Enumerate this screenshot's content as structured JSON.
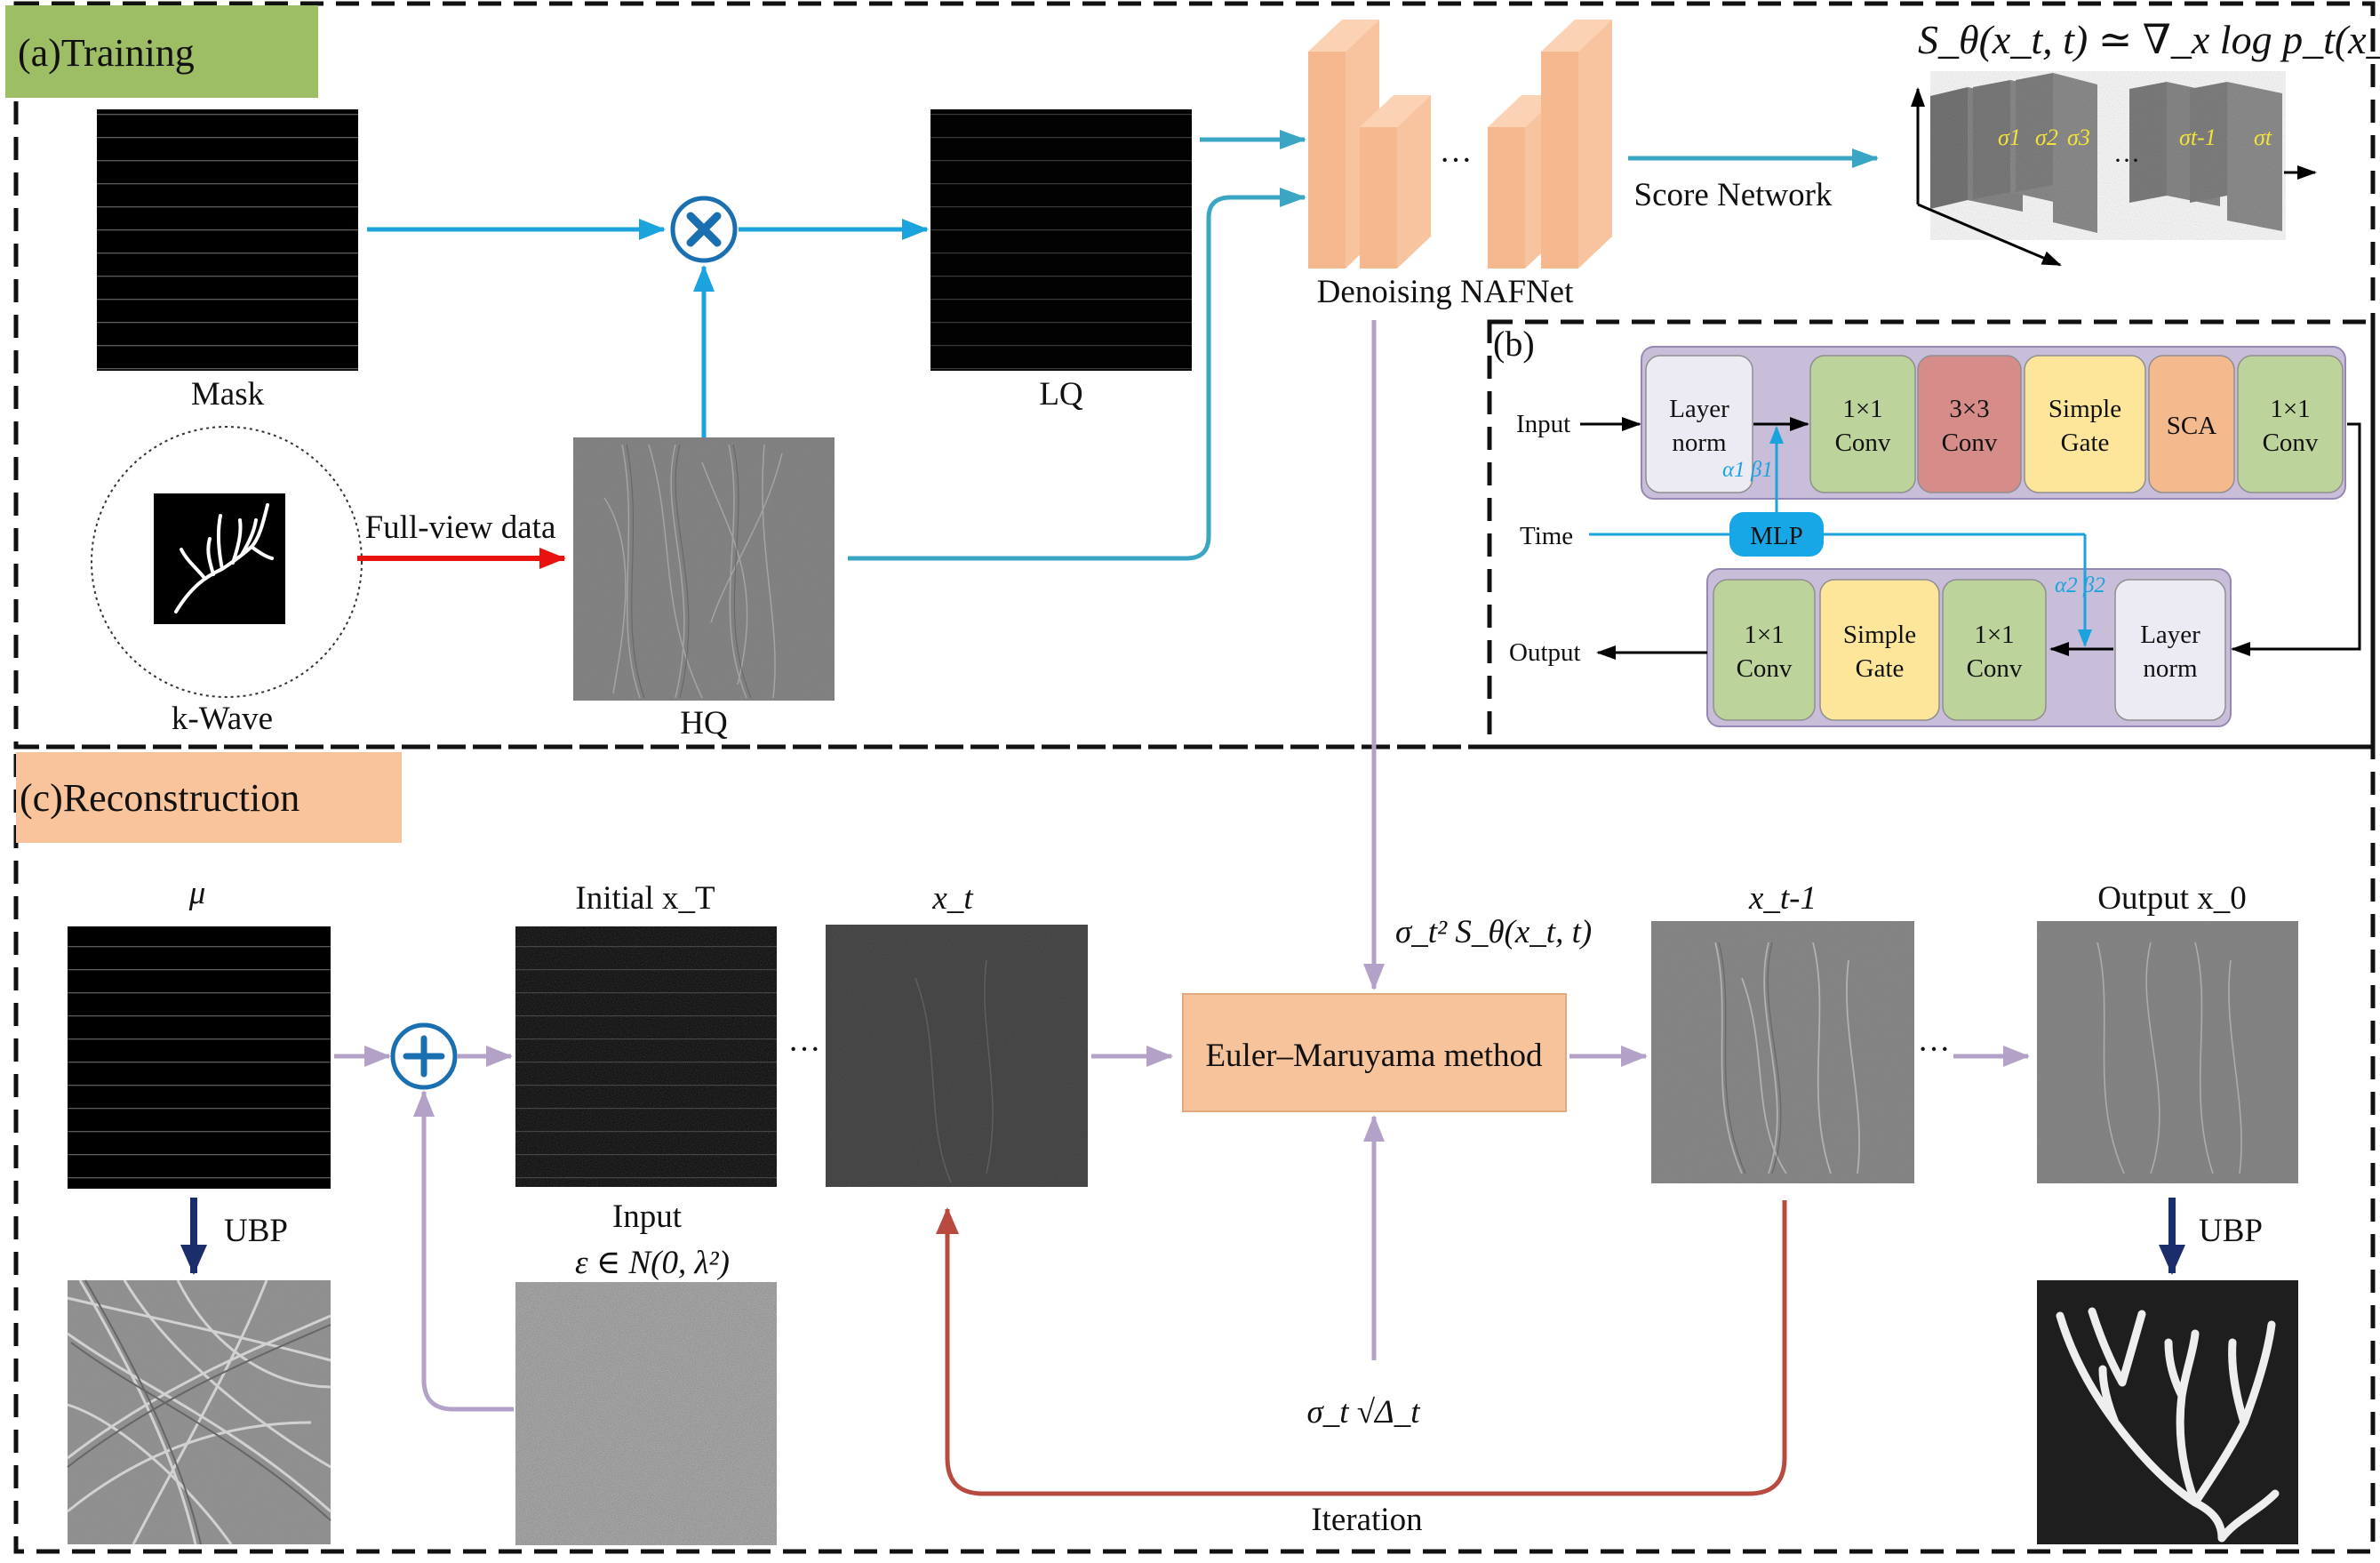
{
  "panels": {
    "training_title": "(a)Training",
    "nafnet_block_title": "(b)",
    "reconstruction_title": "(c)Reconstruction"
  },
  "training": {
    "mask_label": "Mask",
    "lq_label": "LQ",
    "hq_label": "HQ",
    "kwave_label": "k-Wave",
    "full_view_label": "Full-view data",
    "denoising_label": "Denoising NAFNet",
    "score_network_label": "Score Network",
    "score_formula": "S_θ(x_t, t) ≃ ∇_x log p_t(x_t)",
    "sigma_labels": [
      "σ1",
      "σ2",
      "σ3",
      "σt-1",
      "σt"
    ]
  },
  "nafnet": {
    "input_label": "Input",
    "time_label": "Time",
    "output_label": "Output",
    "mlp_label": "MLP",
    "alpha1_beta1": "α1 β1",
    "alpha2_beta2": "α2 β2",
    "top_blocks": [
      {
        "l1": "Layer",
        "l2": "norm",
        "color": "#ecebf3"
      },
      {
        "l1": "1×1",
        "l2": "Conv",
        "color": "#bcd39b"
      },
      {
        "l1": "3×3",
        "l2": "Conv",
        "color": "#d68d8a"
      },
      {
        "l1": "Simple",
        "l2": "Gate",
        "color": "#fde59a"
      },
      {
        "l1": "SCA",
        "l2": "",
        "color": "#f5b98e"
      },
      {
        "l1": "1×1",
        "l2": "Conv",
        "color": "#bcd39b"
      }
    ],
    "bottom_blocks": [
      {
        "l1": "1×1",
        "l2": "Conv",
        "color": "#bcd39b"
      },
      {
        "l1": "Simple",
        "l2": "Gate",
        "color": "#fde59a"
      },
      {
        "l1": "1×1",
        "l2": "Conv",
        "color": "#bcd39b"
      },
      {
        "l1": "Layer",
        "l2": "norm",
        "color": "#ecebf3"
      }
    ]
  },
  "reconstruction": {
    "mu_label": "μ",
    "initial_label": "Initial x_T",
    "xt_label": "x_t",
    "xt1_label": "x_t-1",
    "output_label": "Output x_0",
    "ubp_label": "UBP",
    "input_label": "Input",
    "epsilon_label": "ε ∈ N(0, λ²)",
    "euler_label": "Euler–Maruyama method",
    "sigma_score_label": "σ_t² S_θ(x_t, t)",
    "sigma_delta_label": "σ_t √Δ_t",
    "iteration_label": "Iteration",
    "ellipsis": "···"
  },
  "colors": {
    "blue_arrow": "#1ba3dd",
    "teal_arrow": "#3aa6c4",
    "purple_arrow": "#b3a1c8",
    "red_arrow": "#e8130f",
    "iteration_arrow": "#b84a40",
    "training_tag": "#9ebe65",
    "recon_tag": "#f9c39b",
    "euler_box": "#f7c39b",
    "orange_block": "#f6b88e",
    "mlp": "#17a7e6"
  }
}
